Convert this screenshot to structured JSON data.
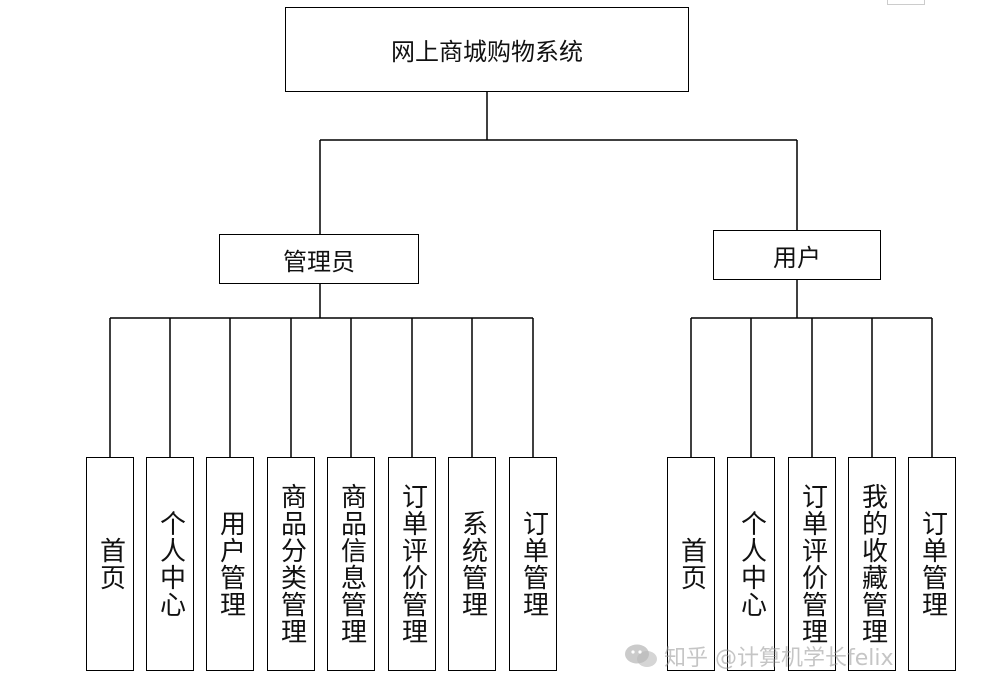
{
  "root": {
    "label": "网上商城购物系统"
  },
  "branches": [
    {
      "label": "管理员",
      "children": [
        "首页",
        "个人中心",
        "用户管理",
        "商品分类管理",
        "商品信息管理",
        "订单评价管理",
        "系统管理",
        "订单管理"
      ]
    },
    {
      "label": "用户",
      "children": [
        "首页",
        "个人中心",
        "订单评价管理",
        "我的收藏管理",
        "订单管理"
      ]
    }
  ],
  "watermark": {
    "text": "知乎 @计算机学长felix"
  },
  "colors": {
    "line": "#000000",
    "box_border": "#000000",
    "watermark": "#9a9a9a"
  }
}
